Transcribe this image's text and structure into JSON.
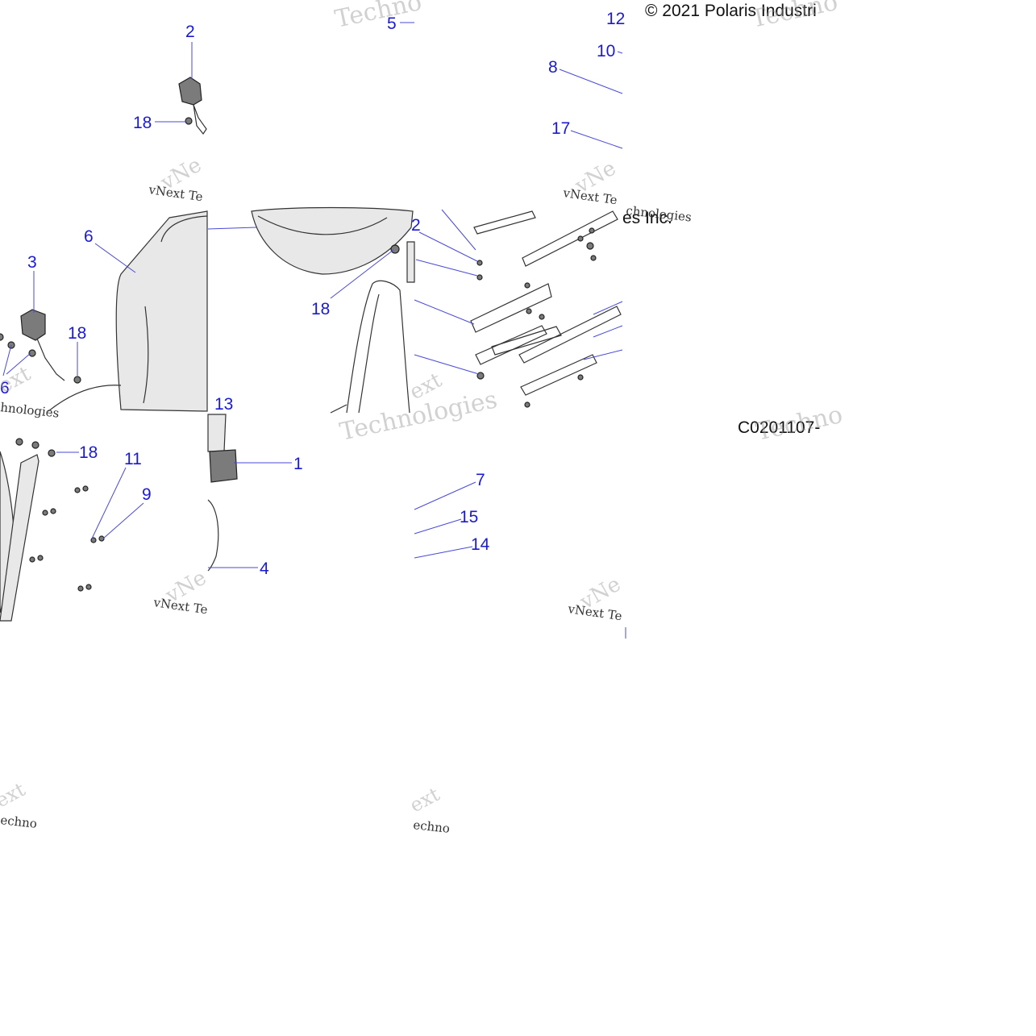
{
  "copyright": "© 2021 Polaris Industri",
  "copyright_tail": "es Inc.",
  "diagram_code": "C0201107-",
  "watermark": {
    "brand": "vNext Te",
    "brand_alt": "vNe",
    "technologies": "Techno",
    "technologies_full": "Technologies",
    "chnologies": "chnologies",
    "hnologies": "hnologies",
    "ext": "ext",
    "echno": "echno"
  },
  "callouts": [
    {
      "id": "c2a",
      "label": "2"
    },
    {
      "id": "c18a",
      "label": "18"
    },
    {
      "id": "c5",
      "label": "5"
    },
    {
      "id": "c12",
      "label": "12"
    },
    {
      "id": "c10",
      "label": "10"
    },
    {
      "id": "c8",
      "label": "8"
    },
    {
      "id": "c17",
      "label": "17"
    },
    {
      "id": "c6a",
      "label": "6"
    },
    {
      "id": "c3",
      "label": "3"
    },
    {
      "id": "c18b",
      "label": "18"
    },
    {
      "id": "c6b",
      "label": "6"
    },
    {
      "id": "c18c",
      "label": "18"
    },
    {
      "id": "c2b",
      "label": "2"
    },
    {
      "id": "c13",
      "label": "13"
    },
    {
      "id": "c18d",
      "label": "18"
    },
    {
      "id": "c11",
      "label": "11"
    },
    {
      "id": "c9",
      "label": "9"
    },
    {
      "id": "c1",
      "label": "1"
    },
    {
      "id": "c4",
      "label": "4"
    },
    {
      "id": "c7",
      "label": "7"
    },
    {
      "id": "c15",
      "label": "15"
    },
    {
      "id": "c14",
      "label": "14"
    }
  ]
}
